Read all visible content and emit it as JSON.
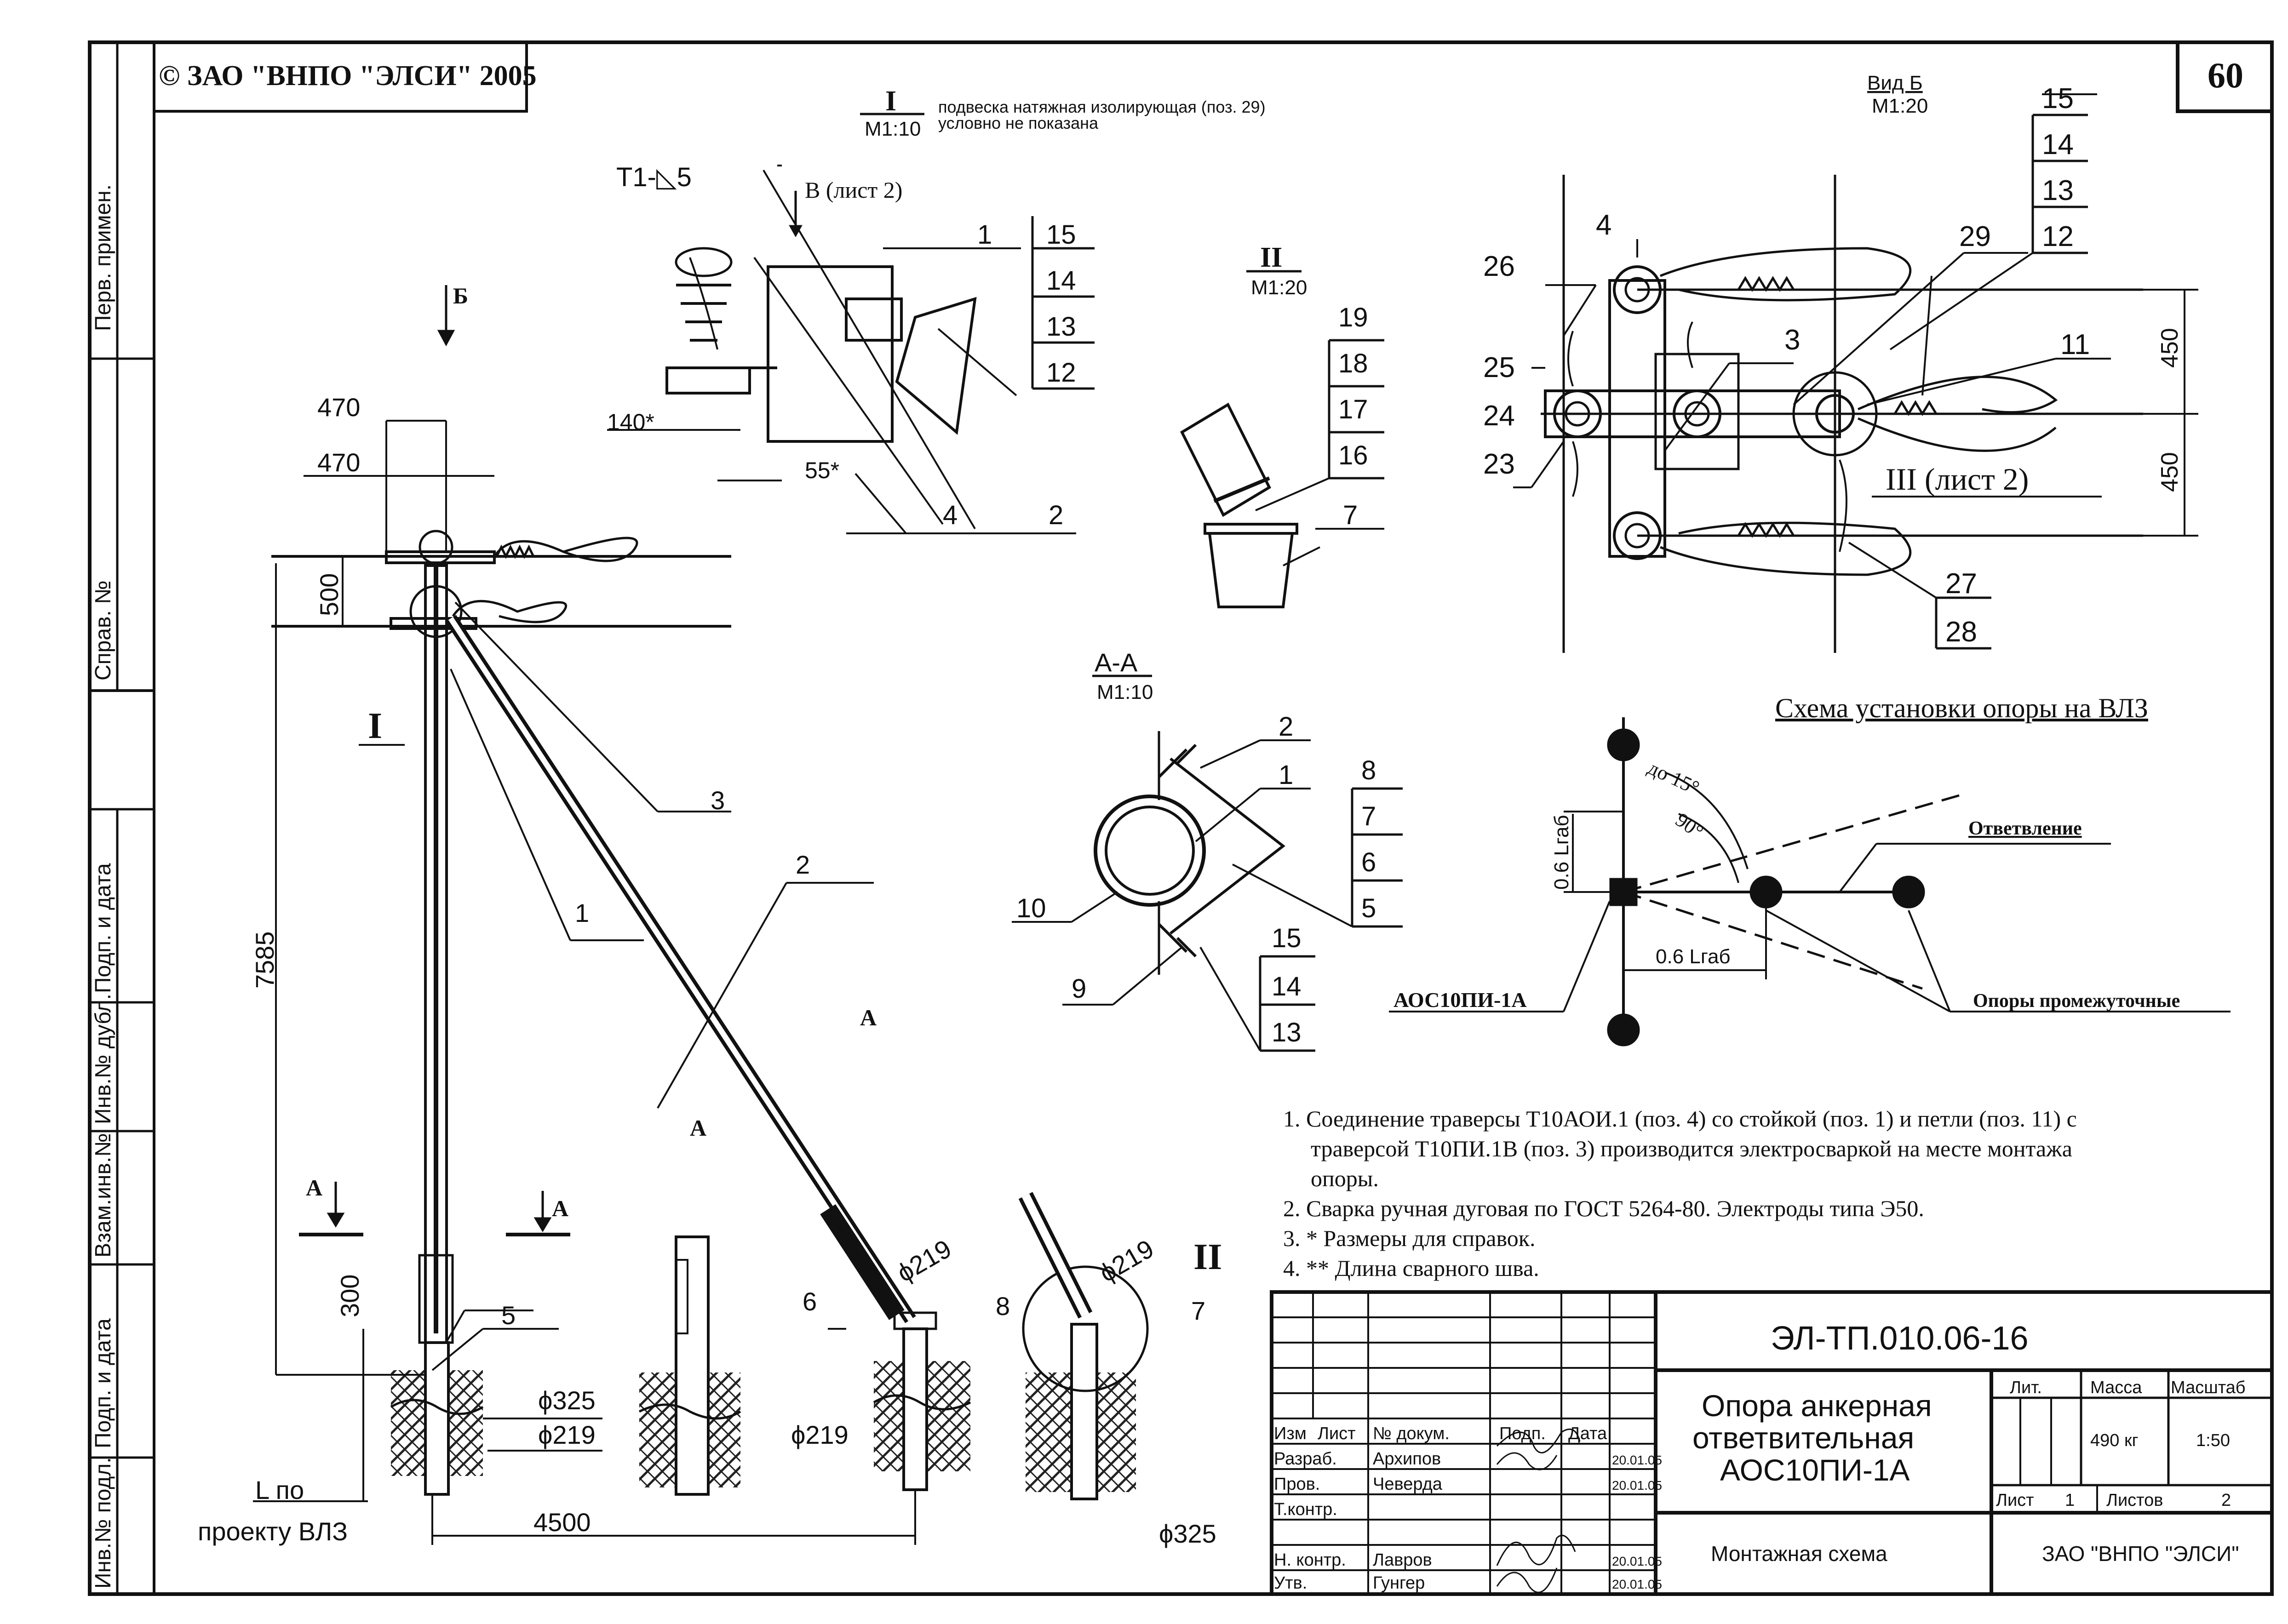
{
  "header": {
    "copyright": "© ЗАО \"ВНПО \"ЭЛСИ\" 2005",
    "sheet_number": "60"
  },
  "left_strip": {
    "perv_primen": "Перв. примен.",
    "sprav_no": "Справ. №",
    "podp_data_1": "Подп. и дата",
    "inv_dubl": "Инв.№ дубл.",
    "vzam_inv": "Взам.инв.№",
    "podp_data_2": "Подп. и дата",
    "inv_podl": "Инв.№ подл."
  },
  "view_I": {
    "label": "I",
    "scale": "М1:10",
    "note_line1": "подвеска натяжная изолирующая (поз. 29)",
    "note_line2": "условно не показана",
    "weld": "Т1-◺5",
    "dir": "В (лист 2)",
    "dim1": "140*",
    "dim2": "55*",
    "pos": [
      "1",
      "15",
      "14",
      "13",
      "12",
      "4",
      "2"
    ]
  },
  "view_II": {
    "label": "II",
    "scale": "М1:20",
    "pos": [
      "19",
      "18",
      "17",
      "16",
      "7"
    ]
  },
  "view_B": {
    "title": "Вид Б",
    "scale": "М1:20",
    "dim_upper": "450",
    "dim_lower": "450",
    "ref": "III (лист 2)",
    "pos": [
      "15",
      "14",
      "13",
      "12",
      "29",
      "4",
      "26",
      "3",
      "11",
      "25",
      "24",
      "23",
      "27",
      "28"
    ]
  },
  "section_AA": {
    "title": "А-А",
    "scale": "М1:10",
    "pos": [
      "2",
      "1",
      "8",
      "7",
      "6",
      "5",
      "10",
      "9",
      "15",
      "14",
      "13"
    ]
  },
  "main_view": {
    "dir_b": "Б",
    "dim_470a": "470",
    "dim_470b": "470",
    "dim_500": "500",
    "dim_7585": "7585",
    "dim_300": "300",
    "dim_4500": "4500",
    "phi325_a": "ϕ325",
    "phi219_a": "ϕ219",
    "phi219_b": "ϕ219",
    "phi219_c": "ϕ219",
    "phi219_d": "ϕ219",
    "phi325_b": "ϕ325",
    "L_line1": "L по",
    "L_line2": "проекту ВЛЗ",
    "section_letter": "А",
    "I_mark": "I",
    "II_mark": "II",
    "pos": [
      "3",
      "1",
      "2",
      "5",
      "6",
      "8",
      "7"
    ]
  },
  "scheme": {
    "title": "Схема установки опоры на ВЛЗ",
    "branch": "Ответвление",
    "angle1": "до 15°",
    "angle2": "90°",
    "dim_v": "0.6 Lгаб",
    "dim_h": "0.6 Lгаб",
    "pole": "АОС10ПИ-1А",
    "intermediate": "Опоры промежуточные"
  },
  "notes": [
    "1. Соединение траверсы Т10АОИ.1 (поз. 4) со стойкой (поз. 1) и петли (поз. 11) с",
    "траверсой Т10ПИ.1В (поз. 3) производится электросваркой на месте монтажа",
    "опоры.",
    "2. Сварка  ручная дуговая по ГОСТ 5264-80. Электроды типа Э50.",
    "3. * Размеры для справок.",
    "4. ** Длина сварного шва."
  ],
  "title_block": {
    "code": "ЭЛ-ТП.010.06-16",
    "name_line1": "Опора анкерная",
    "name_line2": "ответвительная",
    "name_line3": "АОС10ПИ-1А",
    "doc_type": "Монтажная схема",
    "company": "ЗАО \"ВНПО \"ЭЛСИ\"",
    "col_izm": "Изм",
    "col_list": "Лист",
    "col_doc": "№ докум.",
    "col_podp": "Подп.",
    "col_data": "Дата",
    "role_razrab": "Разраб.",
    "name_razrab": "Архипов",
    "date_razrab": "20.01.05",
    "role_prov": "Пров.",
    "name_prov": "Чеверда",
    "date_prov": "20.01.05",
    "role_tkontr": "Т.контр.",
    "role_nkontr": "Н. контр.",
    "name_nkontr": "Лавров",
    "date_nkontr": "20.01.05",
    "role_utv": "Утв.",
    "name_utv": "Гунгер",
    "date_utv": "20.01.05",
    "lit_label": "Лит.",
    "mass_label": "Масса",
    "scale_label": "Масштаб",
    "mass_value": "490 кг",
    "scale_value": "1:50",
    "sheet_label": "Лист",
    "sheet_value": "1",
    "sheets_label": "Листов",
    "sheets_value": "2"
  }
}
